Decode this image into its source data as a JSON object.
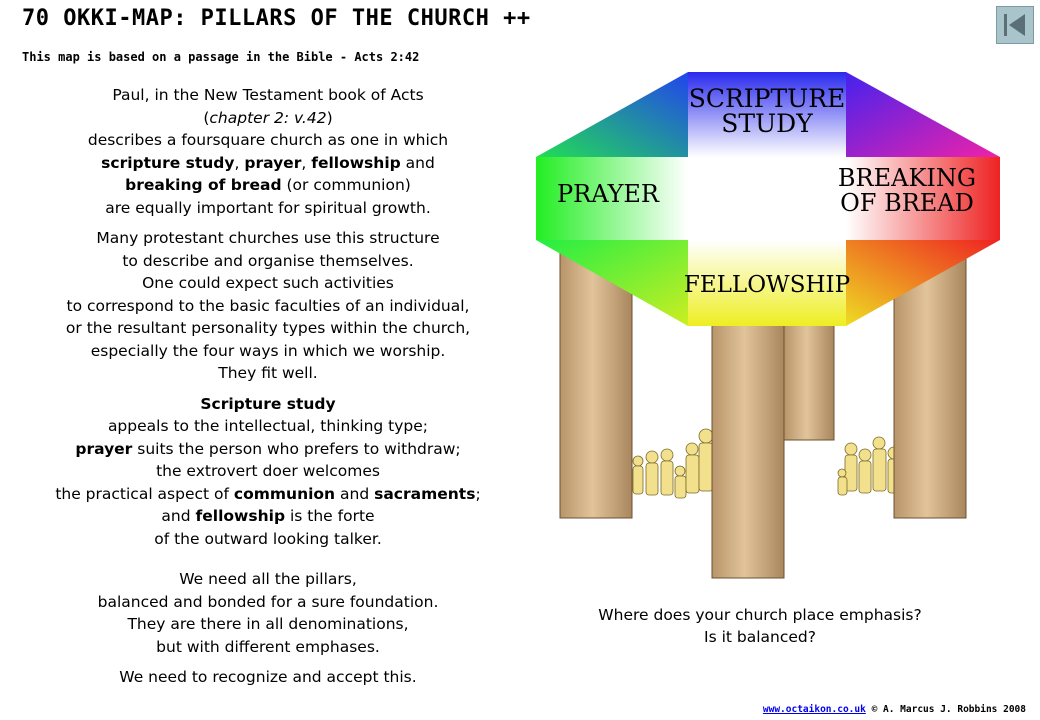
{
  "header": {
    "title": "70 OKKI-MAP: PILLARS OF THE CHURCH ++",
    "subtitle": "This map is based on a passage in the Bible - Acts 2:42"
  },
  "back_icon": "skip-back-icon",
  "body": {
    "p1": {
      "l1": "Paul, in the New Testament book of Acts",
      "l2_open": "(",
      "l2_em": "chapter 2: v.42",
      "l2_close": ")",
      "l3": "describes a foursquare church as one in which",
      "l4_b1": "scripture study",
      "l4_s1": ", ",
      "l4_b2": "prayer",
      "l4_s2": ", ",
      "l4_b3": "fellowship",
      "l4_s3": " and",
      "l5_b": "breaking of bread",
      "l5_t": " (or communion)",
      "l6": "are equally important for spiritual growth."
    },
    "p2": {
      "l1": "Many protestant churches use this structure",
      "l2": "to describe and organise themselves.",
      "l3": "One could expect such activities",
      "l4": "to correspond to the basic faculties of an individual,",
      "l5": "or the resultant personality types within the church,",
      "l6": "especially the four ways in which we worship.",
      "l7": "They fit well."
    },
    "p3": {
      "l1_b": "Scripture study",
      "l2": "appeals to the intellectual, thinking type;",
      "l3_b": "prayer",
      "l3_t": " suits the person who prefers to withdraw;",
      "l4": "the extrovert doer welcomes",
      "l5_t1": "the practical aspect of ",
      "l5_b1": "communion",
      "l5_t2": " and ",
      "l5_b2": "sacraments",
      "l5_t3": ";",
      "l6_t1": "and ",
      "l6_b": "fellowship",
      "l6_t2": " is the forte",
      "l7": "of the outward looking talker."
    },
    "p4": {
      "l1": "We need all the pillars,",
      "l2": "balanced and bonded for a sure foundation.",
      "l3": "They are there in all denominations,",
      "l4": "but with different emphases."
    },
    "p5": "We need to recognize and accept this."
  },
  "diagram": {
    "top_l1": "SCRIPTURE",
    "top_l2": "STUDY",
    "left": "PRAYER",
    "right_l1": "BREAKING",
    "right_l2": "OF BREAD",
    "bottom": "FELLOWSHIP",
    "colors": {
      "top": "#2222ee",
      "right": "#ee2222",
      "bottom": "#eeee22",
      "left": "#22ee22",
      "pillar": "#d8b68a",
      "people": "#f2e08c"
    }
  },
  "question": {
    "l1": "Where does your church place emphasis?",
    "l2": "Is it balanced?"
  },
  "footer": {
    "link": "www.octaikon.co.uk",
    "copyright": " © A. Marcus J. Robbins 2008"
  }
}
